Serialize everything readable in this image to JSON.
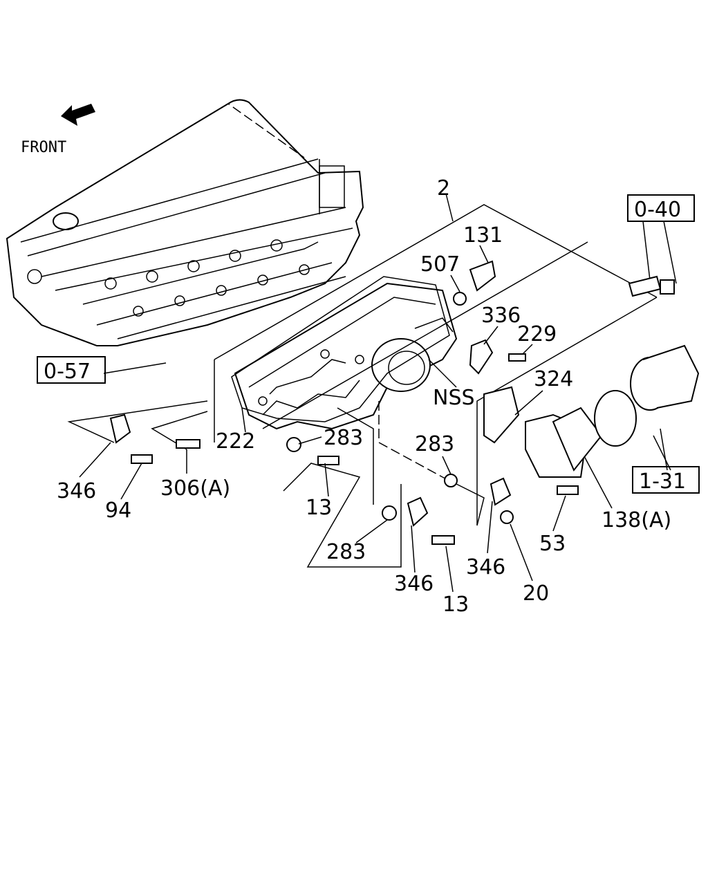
{
  "direction": {
    "label": "FRONT",
    "icon": "arrow-left-icon"
  },
  "reference_boxes": [
    "0-40",
    "0-57",
    "1-31"
  ],
  "callouts": {
    "c2": "2",
    "c131": "131",
    "c507": "507",
    "c336": "336",
    "c229": "229",
    "c324": "324",
    "cNSS": "NSS",
    "c222": "222",
    "c283a": "283",
    "c283b": "283",
    "c283c": "283",
    "c346a": "346",
    "c94": "94",
    "c306": "306(A)",
    "c13a": "13",
    "c346b": "346",
    "c13b": "13",
    "c346c": "346",
    "c20": "20",
    "c53": "53",
    "c138": "138(A)"
  }
}
